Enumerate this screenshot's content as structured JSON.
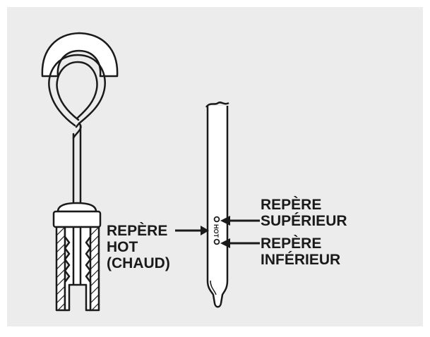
{
  "colors": {
    "panel_background": "#ececec",
    "border": "#d6d6d6",
    "ink": "#1a1a1a",
    "fill": "#ffffff"
  },
  "labels": {
    "hot_mark_line1": "REPÈRE",
    "hot_mark_line2": "HOT",
    "hot_mark_line3": "(CHAUD)",
    "upper_mark_line1": "REPÈRE",
    "upper_mark_line2": "SUPÉRIEUR",
    "lower_mark_line1": "REPÈRE",
    "lower_mark_line2": "INFÉRIEUR",
    "dipstick_marking": "HOT"
  },
  "icons": {
    "dipstick_handle": "ring-handle-icon",
    "dipstick_tube": "dipstick-tube-icon",
    "dipstick_blade": "dipstick-blade-icon",
    "arrow": "arrow-left-icon"
  }
}
